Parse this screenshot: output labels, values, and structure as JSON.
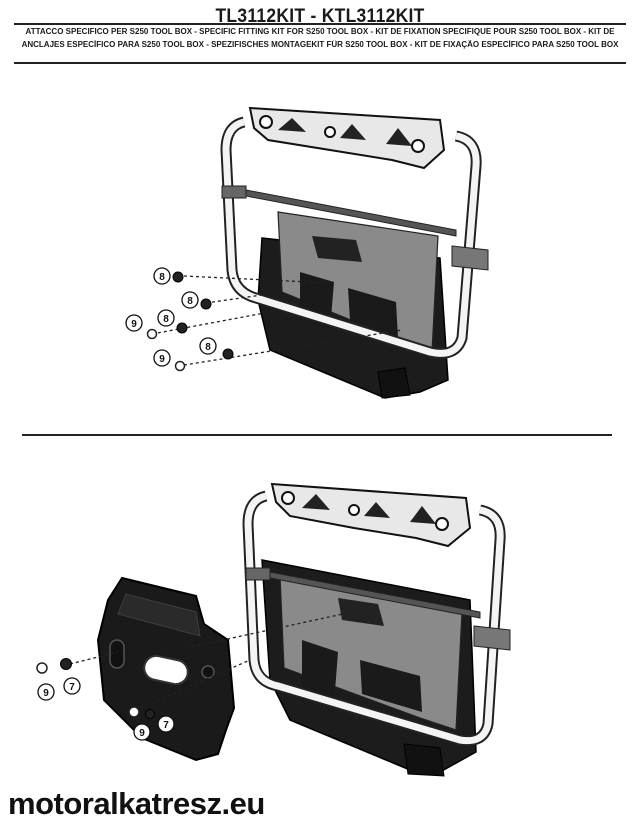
{
  "header": {
    "title": "TL3112KIT - KTL3112KIT",
    "subtitle_line1": "ATTACCO SPECIFICO PER S250 TOOL BOX - SPECIFIC FITTING KIT FOR S250 TOOL BOX - KIT DE FIXATION SPECIFIQUE POUR S250 TOOL BOX - KIT DE",
    "subtitle_line2": "ANCLAJES ESPECÍFICO PARA S250 TOOL BOX - SPEZIFISCHES MONTAGEKIT FÜR S250 TOOL BOX - KIT DE FIXAÇÃO ESPECÍFICO PARA S250 TOOL BOX"
  },
  "top_diagram": {
    "callouts": [
      "8",
      "8",
      "9",
      "8",
      "9",
      "8"
    ]
  },
  "bottom_diagram": {
    "callouts": [
      "9",
      "7",
      "9",
      "7"
    ]
  },
  "watermark": {
    "text": "motoralkatresz.eu"
  }
}
